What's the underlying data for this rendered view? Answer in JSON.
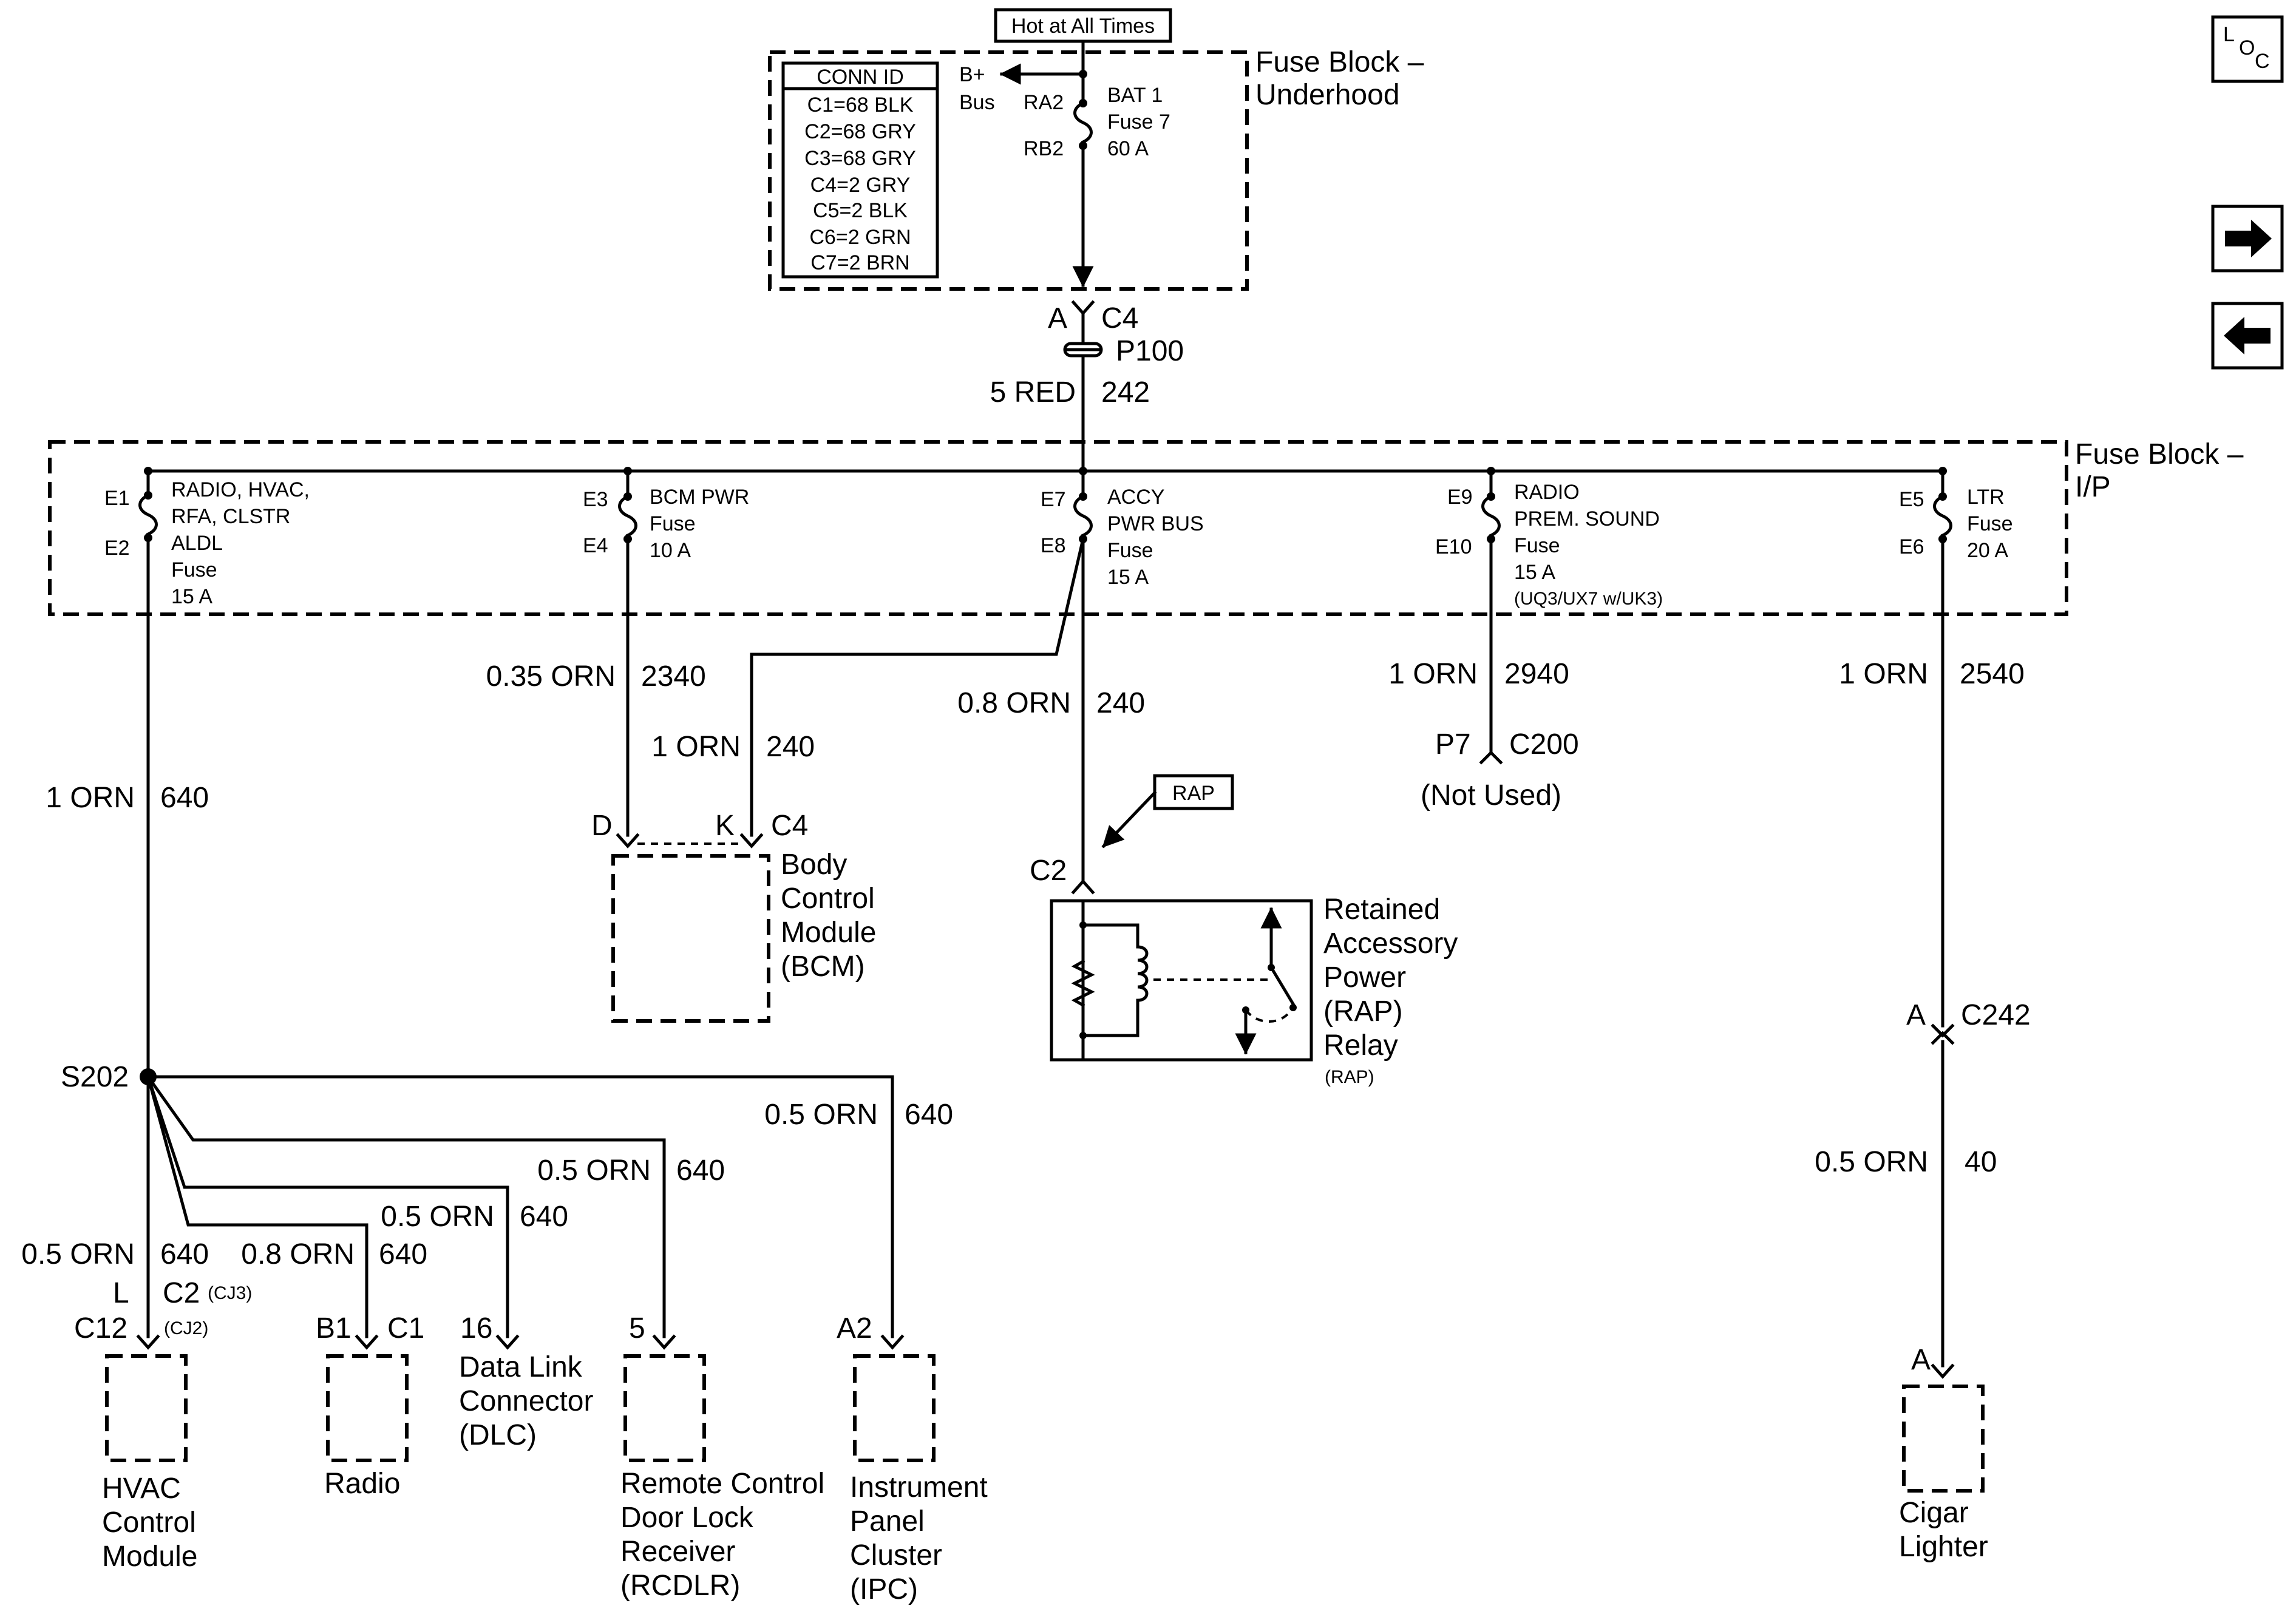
{
  "nav": {
    "loc_l": "L",
    "loc_o": "O",
    "loc_c": "C"
  },
  "underhood": {
    "hot_label": "Hot at All Times",
    "title1": "Fuse Block –",
    "title2": "Underhood",
    "conn_header": "CONN ID",
    "conn": [
      "C1=68 BLK",
      "C2=68 GRY",
      "C3=68 GRY",
      "C4=2 GRY",
      "C5=2 BLK",
      "C6=2 GRN",
      "C7=2 BRN"
    ],
    "bplus": "B+",
    "bus": "Bus",
    "ra2": "RA2",
    "rb2": "RB2",
    "fuse1": "BAT 1",
    "fuse2": "Fuse 7",
    "fuse3": "60 A"
  },
  "feed": {
    "pin": "A",
    "conn": "C4",
    "splice": "P100",
    "wire": "5 RED",
    "circuit": "242"
  },
  "ip": {
    "title1": "Fuse Block –",
    "title2": "I/P",
    "fuses": [
      {
        "in": "E1",
        "out": "E2",
        "l1": "RADIO, HVAC,",
        "l2": "RFA, CLSTR",
        "l3": "ALDL",
        "l4": "Fuse",
        "l5": "15 A"
      },
      {
        "in": "E3",
        "out": "E4",
        "l1": "BCM PWR",
        "l2": "Fuse",
        "l3": "10 A"
      },
      {
        "in": "E7",
        "out": "E8",
        "l1": "ACCY",
        "l2": "PWR BUS",
        "l3": "Fuse",
        "l4": "15 A"
      },
      {
        "in": "E9",
        "out": "E10",
        "l1": "RADIO",
        "l2": "PREM. SOUND",
        "l3": "Fuse",
        "l4": "15 A",
        "l5": "(UQ3/UX7 w/UK3)"
      },
      {
        "in": "E5",
        "out": "E6",
        "l1": "LTR",
        "l2": "Fuse",
        "l3": "20 A"
      }
    ]
  },
  "wires": {
    "w640_main": {
      "size": "1 ORN",
      "circuit": "640"
    },
    "w2340": {
      "size": "0.35 ORN",
      "circuit": "2340"
    },
    "w240_bcm": {
      "size": "1 ORN",
      "circuit": "240"
    },
    "w240_rap": {
      "size": "0.8 ORN",
      "circuit": "240"
    },
    "w2940": {
      "size": "1 ORN",
      "circuit": "2940"
    },
    "w2540": {
      "size": "1 ORN",
      "circuit": "2540"
    },
    "w40": {
      "size": "0.5 ORN",
      "circuit": "40"
    },
    "w640_ipc": {
      "size": "0.5 ORN",
      "circuit": "640"
    },
    "w640_rcdlr": {
      "size": "0.5 ORN",
      "circuit": "640"
    },
    "w640_dlc": {
      "size": "0.5 ORN",
      "circuit": "640"
    },
    "w640_hvac": {
      "size": "0.5 ORN",
      "circuit": "640"
    },
    "w640_radio": {
      "size": "0.8 ORN",
      "circuit": "640"
    }
  },
  "bcm": {
    "pin_d": "D",
    "pin_k": "K",
    "conn": "C4",
    "name1": "Body",
    "name2": "Control",
    "name3": "Module",
    "name4": "(BCM)"
  },
  "rap": {
    "tag": "RAP",
    "conn": "C2",
    "name1": "Retained",
    "name2": "Accessory",
    "name3": "Power",
    "name4": "(RAP)",
    "name5": "Relay",
    "name6": "(RAP)"
  },
  "notused": {
    "pin": "P7",
    "conn": "C200",
    "label": "(Not Used)"
  },
  "splice": {
    "id": "S202"
  },
  "cigar": {
    "pin_top": "A",
    "conn": "C242",
    "pin": "A",
    "name1": "Cigar",
    "name2": "Lighter"
  },
  "hvac": {
    "pin_l": "L",
    "conn_c2": "C2",
    "cj3": "(CJ3)",
    "cj2": "(CJ2)",
    "conn_c12": "C12",
    "name1": "HVAC",
    "name2": "Control",
    "name3": "Module"
  },
  "radio": {
    "pin": "B1",
    "conn": "C1",
    "name": "Radio"
  },
  "dlc": {
    "pin": "16",
    "name1": "Data Link",
    "name2": "Connector",
    "name3": "(DLC)"
  },
  "rcdlr": {
    "pin": "5",
    "name1": "Remote Control",
    "name2": "Door Lock",
    "name3": "Receiver",
    "name4": "(RCDLR)"
  },
  "ipc": {
    "pin": "A2",
    "name1": "Instrument",
    "name2": "Panel",
    "name3": "Cluster",
    "name4": "(IPC)"
  }
}
